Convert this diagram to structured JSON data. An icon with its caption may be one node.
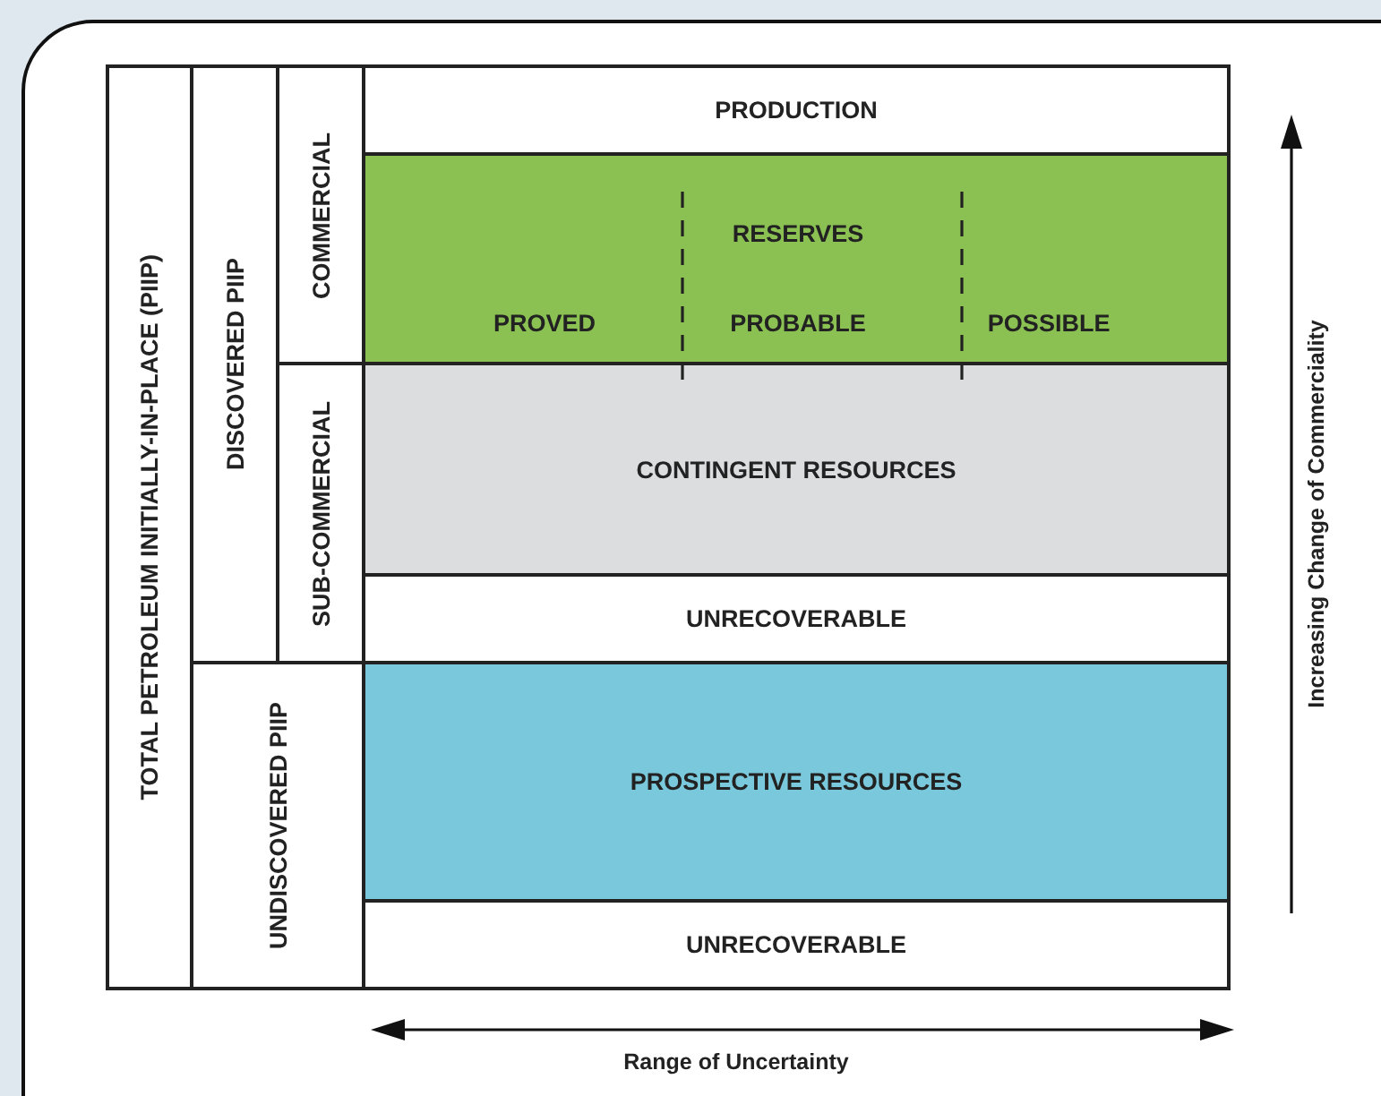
{
  "diagram": {
    "nodes": [
      {
        "text": [
          "TOTAL PETROLEUM INITIALLY-IN-PLACE (PIIP)"
        ]
      },
      {
        "text": [
          "DISCOVERED PIIP"
        ]
      },
      {
        "text": [
          "COMMERCIAL"
        ]
      },
      {
        "text": [
          "PRODUCTION"
        ]
      },
      {
        "text": [
          "RESERVES",
          "PROVED",
          "PROBABLE",
          "POSSIBLE"
        ]
      },
      {
        "text": [
          "SUB-COMMERCIAL"
        ]
      },
      {
        "text": [
          "CONTINGENT RESOURCES"
        ]
      },
      {
        "text": [
          "UNRECOVERABLE"
        ]
      },
      {
        "text": [
          "UNDISCOVERED PIIP"
        ]
      },
      {
        "text": [
          "PROSPECTIVE RESOURCES"
        ]
      },
      {
        "text": [
          "UNRECOVERABLE"
        ]
      }
    ],
    "edges": [],
    "labels": [
      "Increasing Change of Commerciality",
      "Range of Uncertainty"
    ]
  }
}
